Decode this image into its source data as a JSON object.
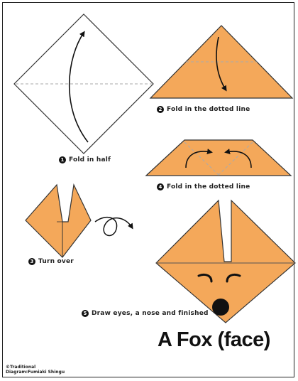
{
  "colors": {
    "paper_orange": "#f4a85a",
    "paper_white": "#ffffff",
    "outline": "#333333",
    "dotted_line": "#aaaaaa"
  },
  "steps": [
    {
      "number": "1",
      "text": "Fold in half"
    },
    {
      "number": "2",
      "text": "Fold in the dotted line"
    },
    {
      "number": "3",
      "text": "Turn over"
    },
    {
      "number": "4",
      "text": "Fold in the dotted line"
    },
    {
      "number": "5",
      "text": "Draw eyes, a nose and finished"
    }
  ],
  "title": "A Fox (face)",
  "credit": {
    "line1": "©Traditional",
    "line2": "Diagram:Fumiaki Shingu"
  }
}
